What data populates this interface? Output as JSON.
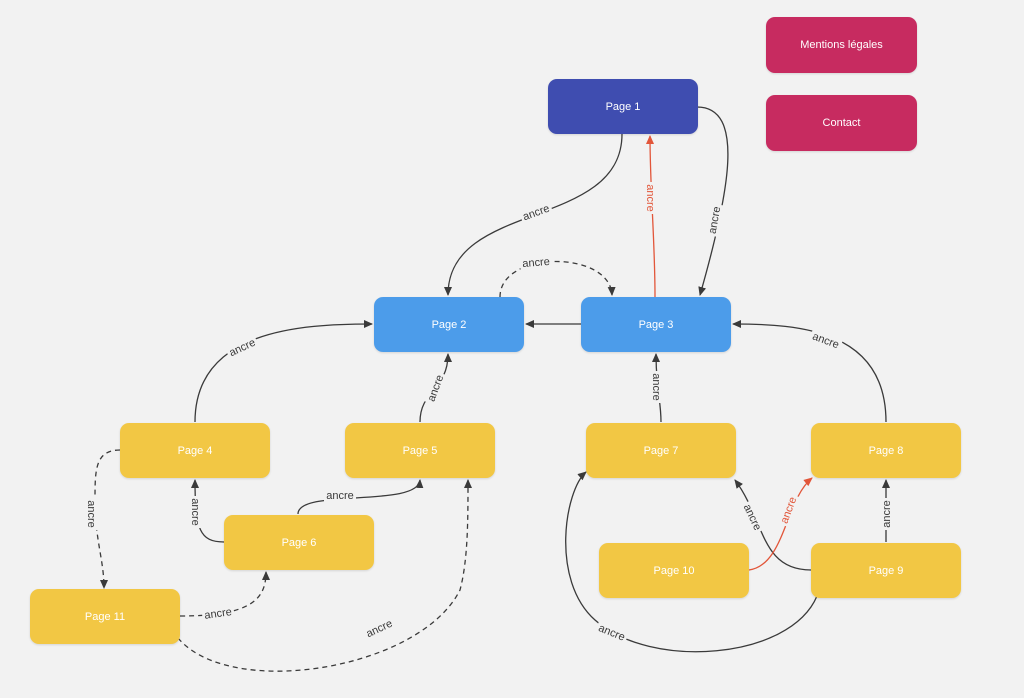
{
  "colors": {
    "background": "#f2f2f2",
    "root": "#3f4db0",
    "level2": "#4c9cea",
    "leaf": "#f2c744",
    "legal": "#c72b60",
    "edge": "#3a3a3a",
    "edge_highlight": "#e2563a"
  },
  "nodes": {
    "page1": "Page 1",
    "page2": "Page 2",
    "page3": "Page 3",
    "page4": "Page 4",
    "page5": "Page 5",
    "page6": "Page 6",
    "page7": "Page 7",
    "page8": "Page 8",
    "page9": "Page 9",
    "page10": "Page 10",
    "page11": "Page 11",
    "mentions": "Mentions légales",
    "contact": "Contact"
  },
  "edge_label": "ancre"
}
